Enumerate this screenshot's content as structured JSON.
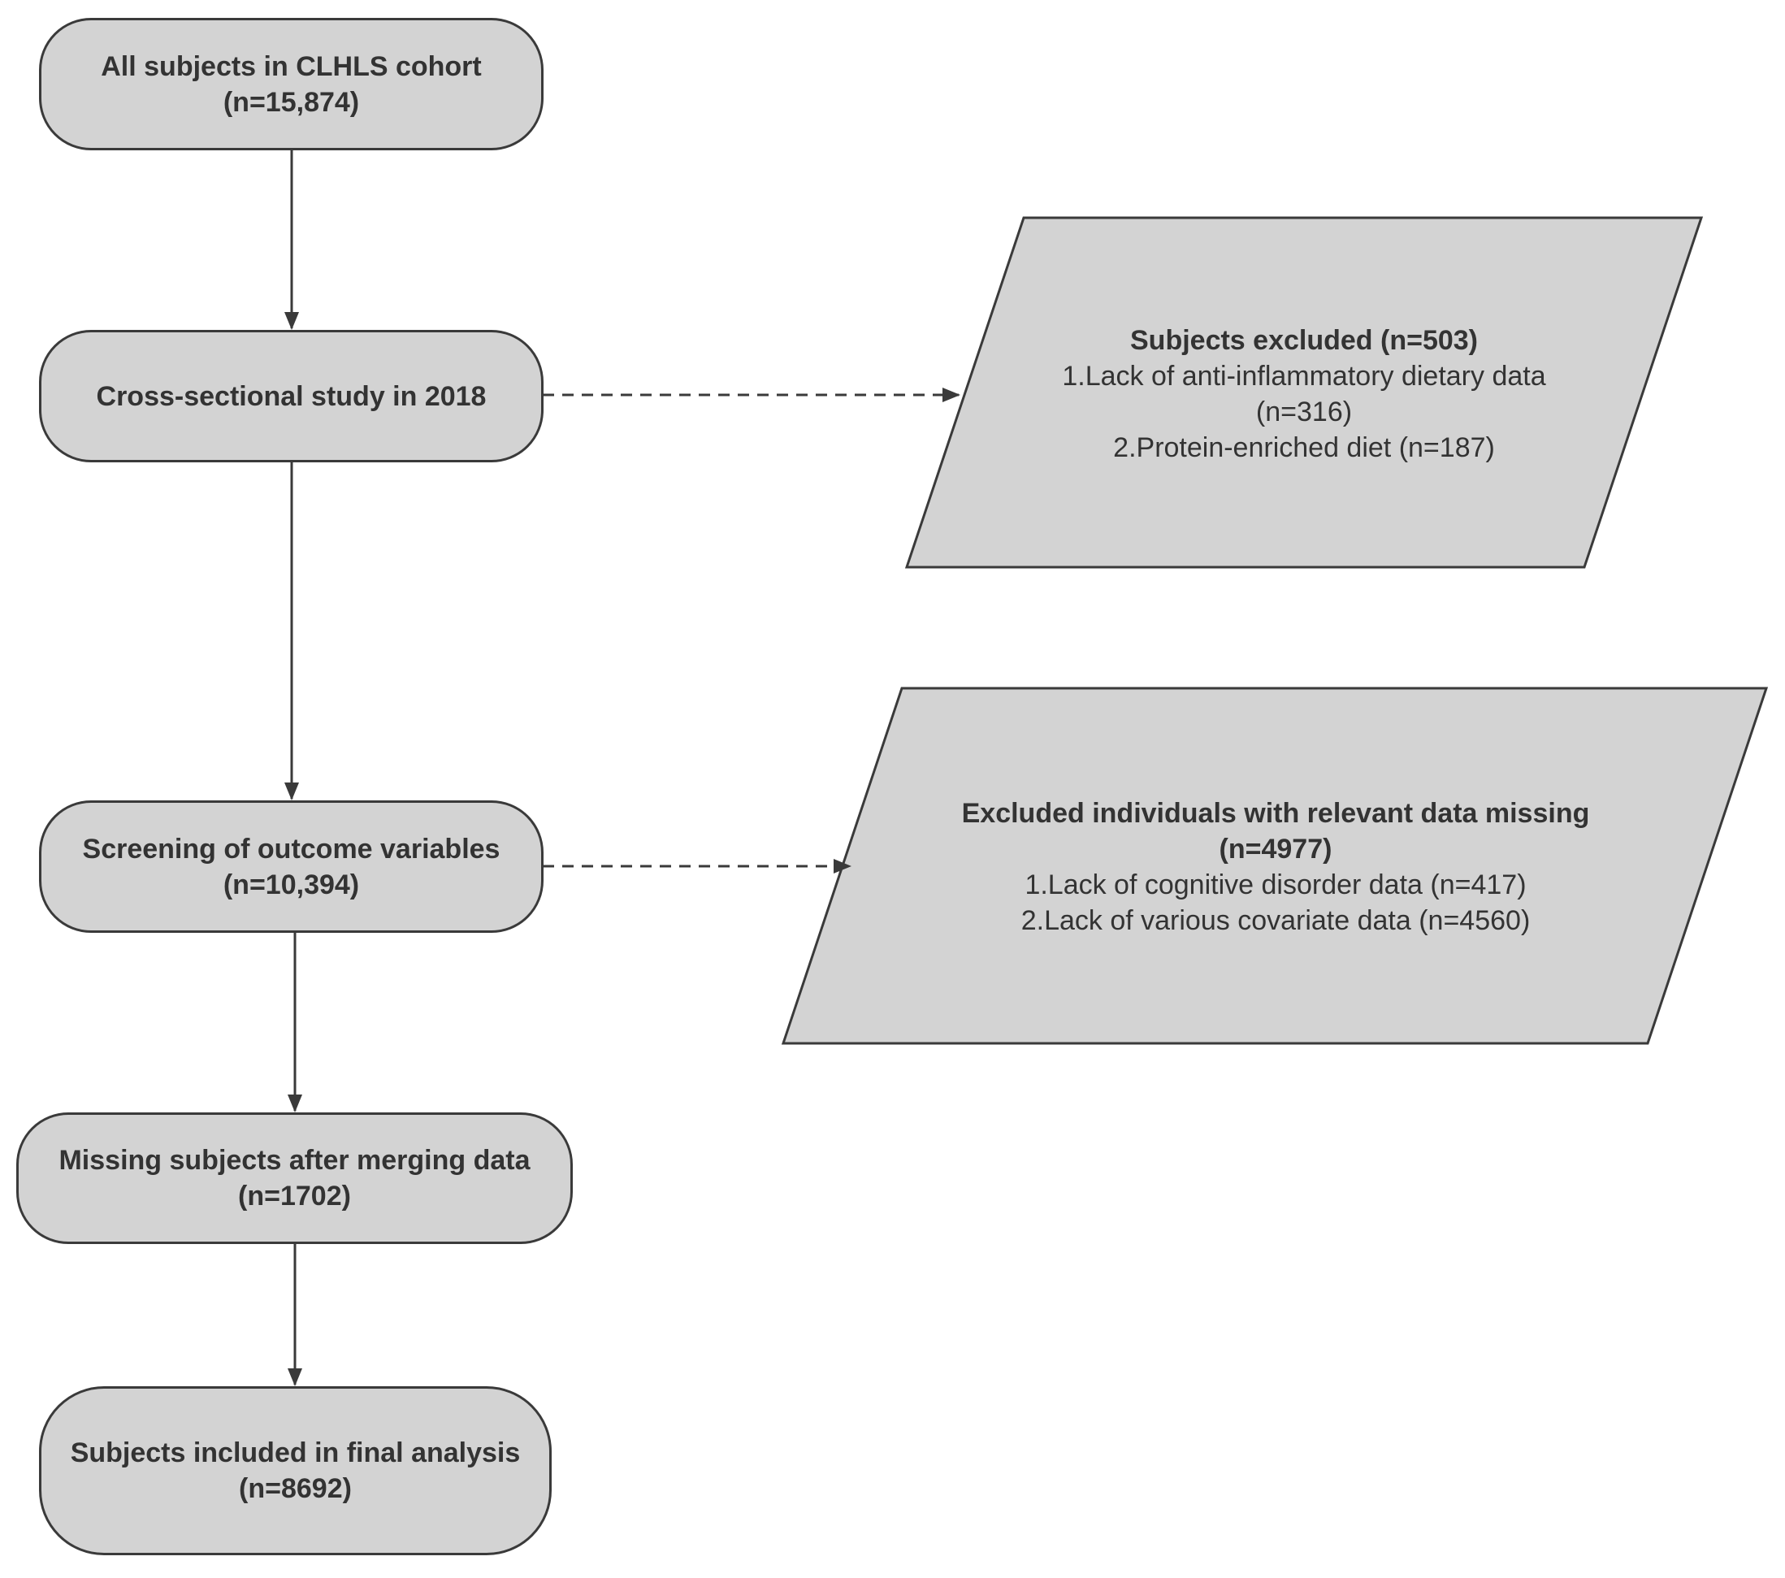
{
  "colors": {
    "box_fill": "#d3d3d3",
    "stroke": "#3a3a3a",
    "text": "#333333"
  },
  "nodes": {
    "all_subjects": {
      "line1": "All subjects in CLHLS cohort",
      "line2": "(n=15,874)"
    },
    "cross_sectional": {
      "line1": "Cross-sectional study in 2018"
    },
    "screening": {
      "line1": "Screening of outcome variables",
      "line2": "(n=10,394)"
    },
    "missing_merge": {
      "line1": "Missing subjects after merging data",
      "line2": "(n=1702)"
    },
    "final": {
      "line1": "Subjects included in final analysis",
      "line2": "(n=8692)"
    }
  },
  "exclusions": {
    "first": {
      "heading": "Subjects excluded (n=503)",
      "item1_a": "1.Lack of anti-inflammatory dietary data",
      "item1_b": "(n=316)",
      "item2": "2.Protein-enriched diet (n=187)"
    },
    "second": {
      "heading_a": "Excluded individuals with relevant data missing",
      "heading_b": "(n=4977)",
      "item1": "1.Lack of cognitive disorder data (n=417)",
      "item2": "2.Lack of various covariate data (n=4560)"
    }
  }
}
